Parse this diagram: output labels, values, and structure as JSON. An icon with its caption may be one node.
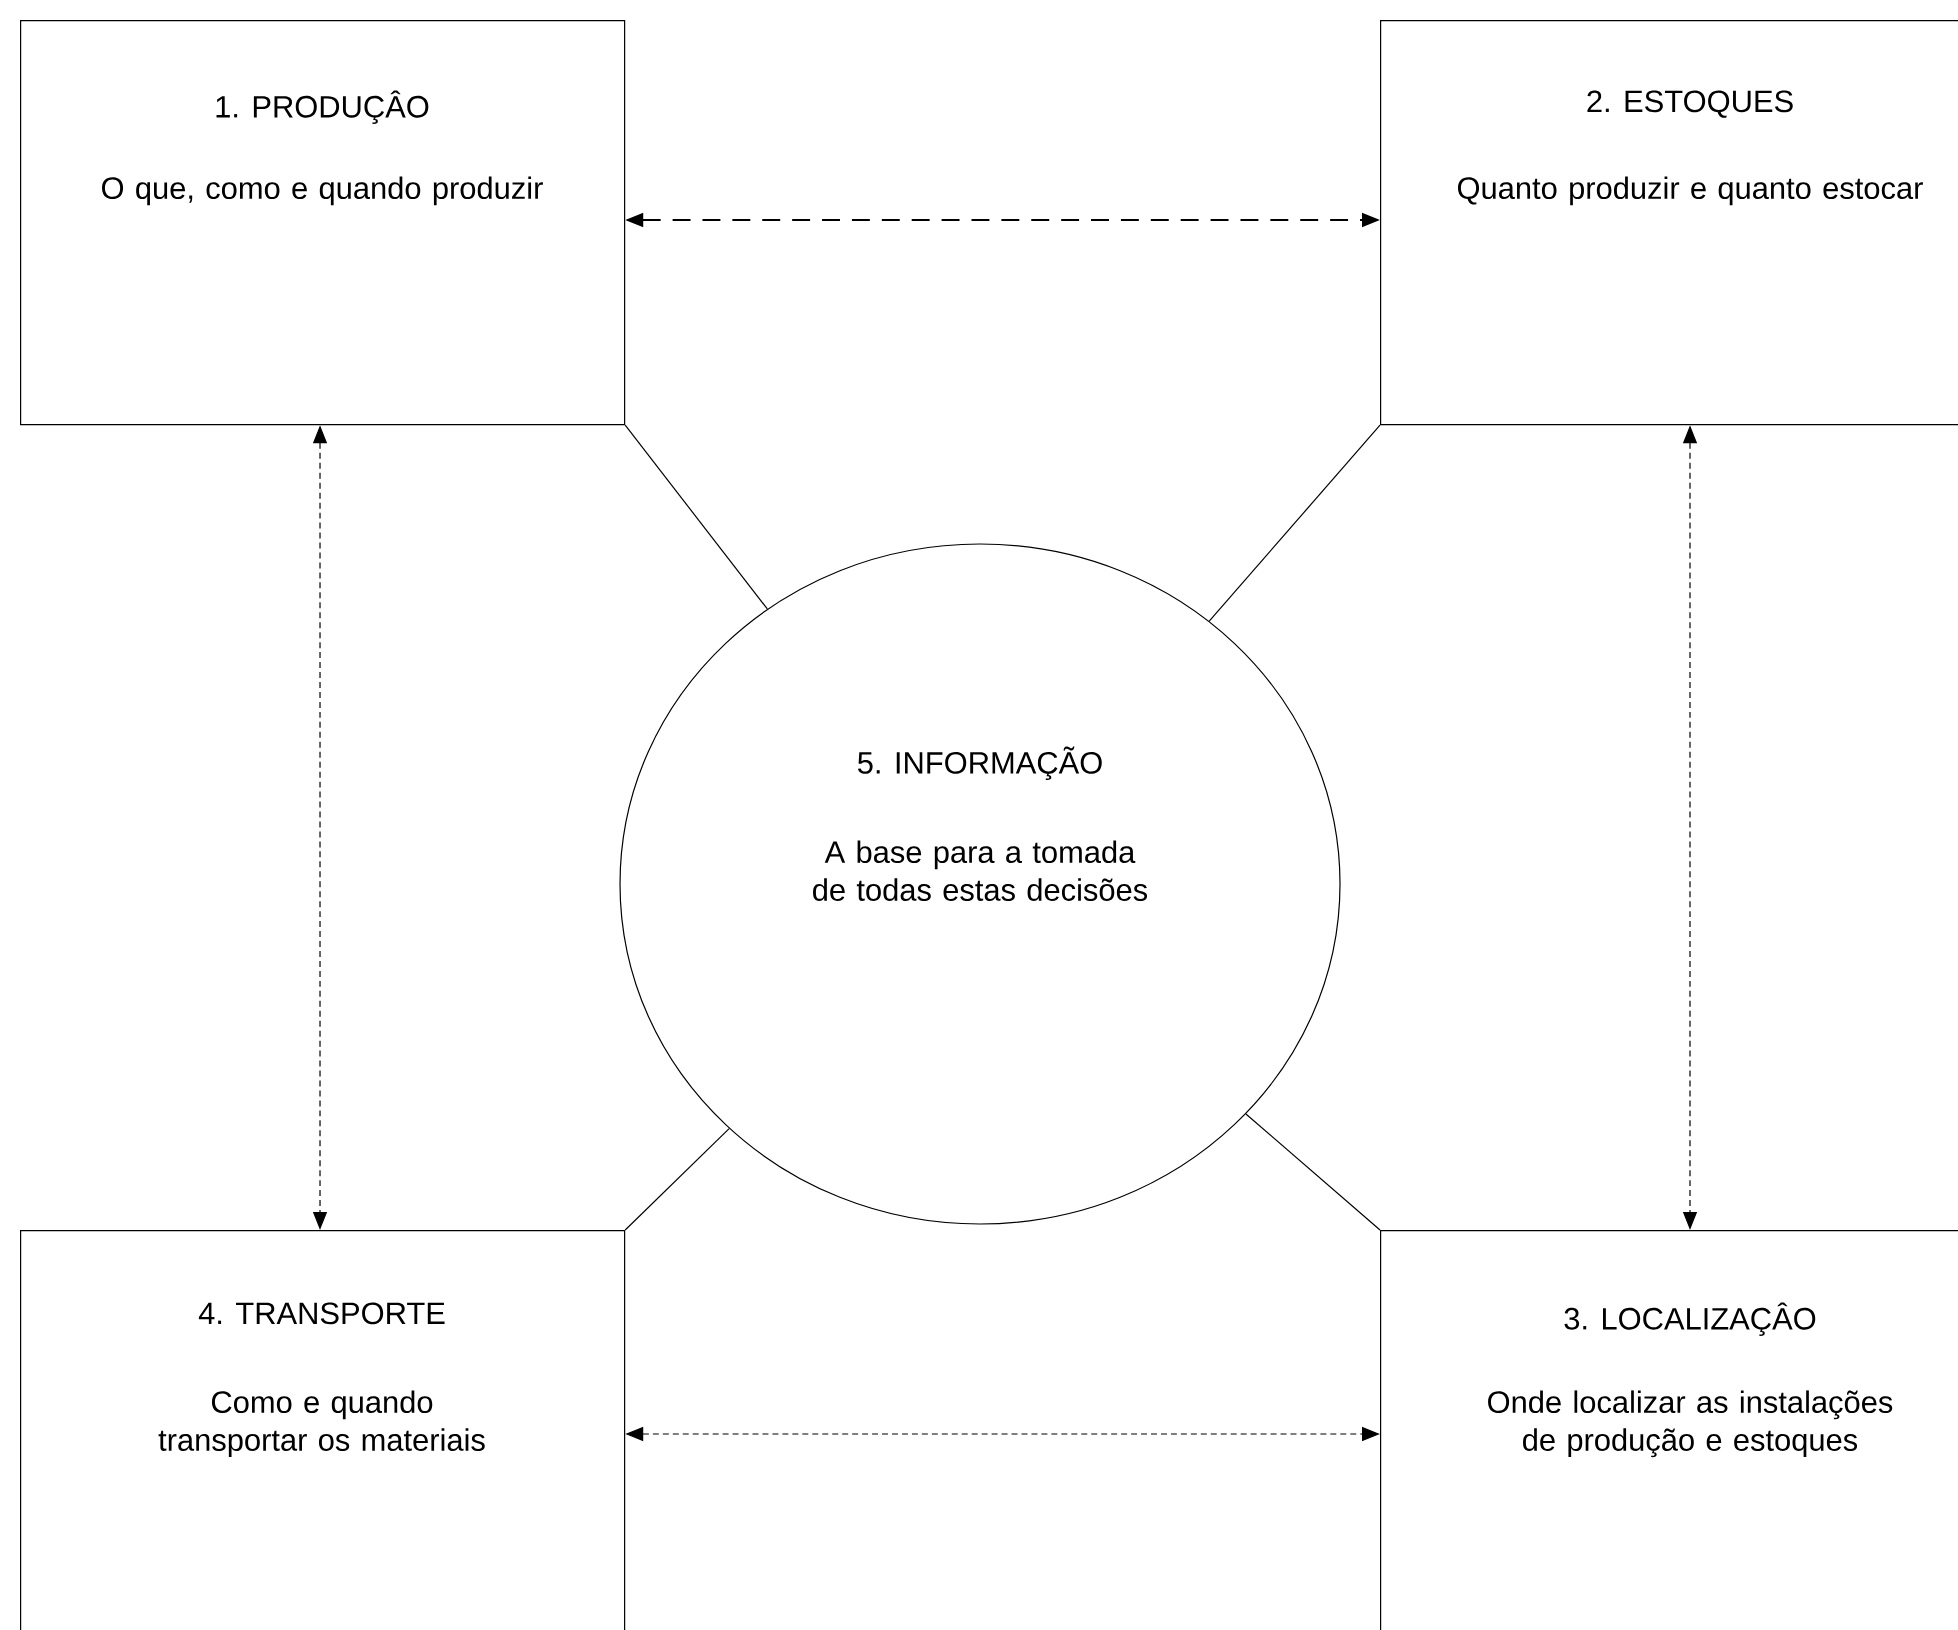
{
  "diagram": {
    "nodes": [
      {
        "text": [
          "1. PRODUÇÂO",
          "O que, como e quando produzir"
        ]
      },
      {
        "text": [
          "2. ESTOQUES",
          "Quanto produzir e quanto estocar"
        ]
      },
      {
        "text": [
          "3. LOCALIZAÇÂO",
          "Onde localizar as instalações de produção e estoques"
        ]
      },
      {
        "text": [
          "4. TRANSPORTE",
          "Como e quando transportar os materiais"
        ]
      },
      {
        "text": [
          "5. INFORMAÇÃO",
          "A base para a tomada de todas estas decisões"
        ]
      }
    ],
    "edges": [
      {
        "from": 0,
        "to": 1,
        "arrow": "both",
        "style": "dashed"
      },
      {
        "from": 1,
        "to": 2,
        "arrow": "both",
        "style": "dashed"
      },
      {
        "from": 3,
        "to": 2,
        "arrow": "both",
        "style": "dashed"
      },
      {
        "from": 0,
        "to": 3,
        "arrow": "both",
        "style": "dashed"
      },
      {
        "from": 4,
        "to": 0,
        "arrow": "none"
      },
      {
        "from": 4,
        "to": 1,
        "arrow": "none"
      },
      {
        "from": 4,
        "to": 2,
        "arrow": "none"
      },
      {
        "from": 4,
        "to": 3,
        "arrow": "none"
      }
    ]
  }
}
